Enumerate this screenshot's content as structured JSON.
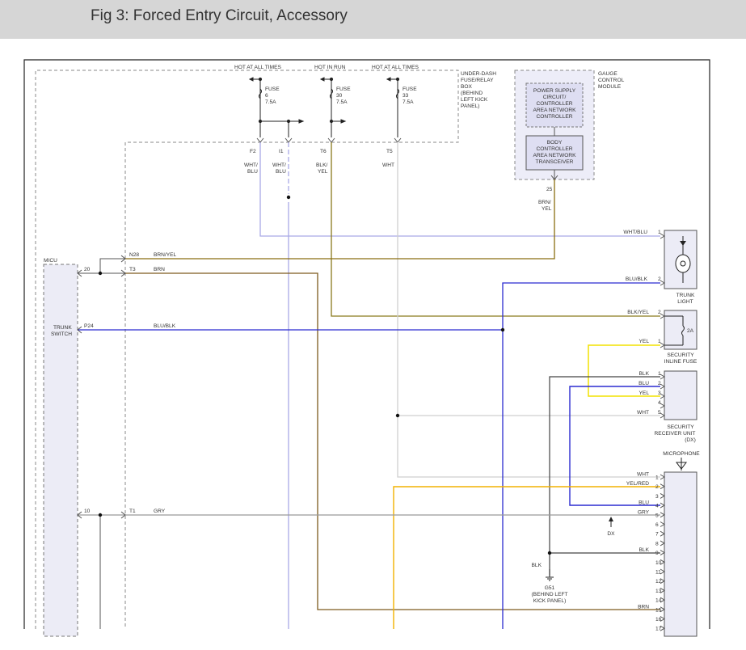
{
  "header": {
    "title": "Fig 3: Forced Entry Circuit, Accessory"
  },
  "colors": {
    "header_bg": "#d6d6d6",
    "wire_wht_blu": "#a9a9e6",
    "wire_wht": "#cfcfcf",
    "wire_blk_yel": "#8a7a1c",
    "wire_brn_yel": "#8a6e10",
    "wire_brn": "#7d5b1e",
    "wire_blu_blk": "#2b2bd0",
    "wire_blu": "#2b2bd0",
    "wire_yel": "#f2e200",
    "wire_yel_red": "#f2b200",
    "wire_blk": "#444444",
    "wire_gry": "#9a9a9a",
    "module_fill": "#e8e8f6"
  },
  "underdash_box": {
    "label": "UNDER-DASH FUSE/RELAY BOX (BEHIND LEFT KICK PANEL)",
    "lines": [
      "UNDER-DASH",
      "FUSE/RELAY",
      "BOX",
      "(BEHIND",
      "LEFT KICK",
      "PANEL)"
    ],
    "power_labels": [
      "HOT AT ALL TIMES",
      "HOT IN RUN",
      "HOT AT ALL TIMES"
    ],
    "fuses": [
      {
        "name": "FUSE",
        "number": "6",
        "rating": "7.5A"
      },
      {
        "name": "FUSE",
        "number": "30",
        "rating": "7.5A"
      },
      {
        "name": "FUSE",
        "number": "33",
        "rating": "7.5A"
      }
    ],
    "terminals": [
      "F2",
      "I1",
      "T6",
      "T5"
    ],
    "wire_colors": [
      [
        "WHT/",
        "BLU"
      ],
      [
        "WHT/",
        "BLU"
      ],
      [
        "BLK/",
        "YEL"
      ],
      [
        "WHT"
      ]
    ]
  },
  "gauge_module": {
    "title_lines": [
      "GAUGE",
      "CONTROL",
      "MODULE"
    ],
    "inner1_lines": [
      "POWER SUPPLY",
      "CIRCUIT/",
      "CONTROLLER",
      "AREA NETWORK",
      "CONTROLLER"
    ],
    "inner2_lines": [
      "BODY",
      "CONTROLLER",
      "AREA NETWORK",
      "TRANSCEIVER"
    ],
    "pin": "25",
    "wire_color": [
      "BRN/",
      "YEL"
    ]
  },
  "micu": {
    "label": "MICU",
    "switch_lines": [
      "TRUNK",
      "SWITCH"
    ],
    "pins": [
      "20",
      "P24",
      "10"
    ],
    "terminals": [
      "N28",
      "T3",
      "T1"
    ],
    "wire_colors": [
      "BRN/YEL",
      "BRN",
      "BLU/BLK",
      "GRY"
    ]
  },
  "trunk_light": {
    "label_lines": [
      "TRUNK",
      "LIGHT"
    ],
    "pins": [
      {
        "color": "WHT/BLU",
        "num": "1"
      },
      {
        "color": "BLU/BLK",
        "num": "2"
      }
    ]
  },
  "inline_fuse": {
    "label_lines": [
      "SECURITY",
      "INLINE FUSE"
    ],
    "rating": "2A",
    "pins": [
      {
        "color": "BLK/YEL",
        "num": "2"
      },
      {
        "color": "YEL",
        "num": "1"
      }
    ]
  },
  "receiver_unit": {
    "label_lines": [
      "SECURITY",
      "RECEIVER UNIT",
      "(DX)"
    ],
    "pins": [
      {
        "color": "BLK",
        "num": "1"
      },
      {
        "color": "BLU",
        "num": "2"
      },
      {
        "color": "YEL",
        "num": "3"
      },
      {
        "color": "",
        "num": "4"
      },
      {
        "color": "WHT",
        "num": "5"
      }
    ]
  },
  "microphone": {
    "label": "MICROPHONE",
    "pins": [
      {
        "color": "WHT",
        "num": "1"
      },
      {
        "color": "YEL/RED",
        "num": "2"
      },
      {
        "color": "",
        "num": "3"
      },
      {
        "color": "BLU",
        "num": "4"
      },
      {
        "color": "GRY",
        "num": "5"
      },
      {
        "color": "",
        "num": "6"
      },
      {
        "color": "",
        "num": "7"
      },
      {
        "color": "",
        "num": "8"
      },
      {
        "color": "BLK",
        "num": "9"
      },
      {
        "color": "",
        "num": "10"
      },
      {
        "color": "",
        "num": "11"
      },
      {
        "color": "",
        "num": "12"
      },
      {
        "color": "",
        "num": "13"
      },
      {
        "color": "",
        "num": "14"
      },
      {
        "color": "BRN",
        "num": "15"
      },
      {
        "color": "",
        "num": "16"
      },
      {
        "color": "",
        "num": "17"
      }
    ]
  },
  "dx_label": "DX",
  "ground": {
    "wire_color": "BLK",
    "name": "G51",
    "location_lines": [
      "(BEHIND LEFT",
      "KICK PANEL)"
    ]
  }
}
